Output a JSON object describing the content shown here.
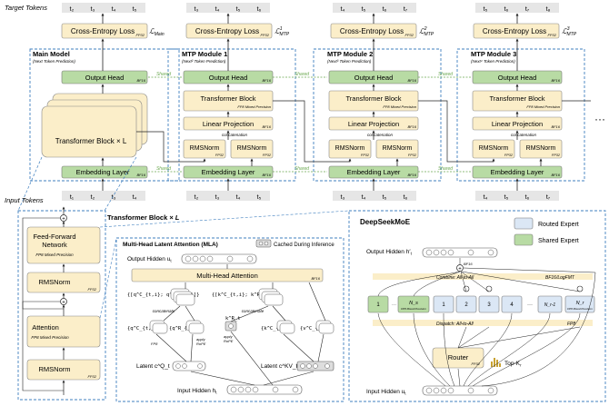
{
  "labels": {
    "target_tokens": "Target Tokens",
    "input_tokens": "Input Tokens",
    "shared": "Shared",
    "ellipsis": "···",
    "transformer_block_xl": "Transformer Block ×",
    "transformer_block_xl_L": "L"
  },
  "main_model": {
    "title": "Main Model",
    "subtitle": "(Next Token Prediction)",
    "loss": "Cross-Entropy Loss",
    "loss_prec": "FP32",
    "loss_symbol": "ℒ",
    "loss_sub": "Main",
    "output_head": "Output Head",
    "output_prec": "BF16",
    "block": "Transformer Block × L",
    "embedding": "Embedding Layer",
    "embedding_prec": "BF16",
    "targets": [
      "t₂",
      "t₃",
      "t₄",
      "t₅"
    ],
    "inputs": [
      "t₁",
      "t₂",
      "t₃",
      "t₄"
    ]
  },
  "mtp_modules": [
    {
      "title": "MTP Module 1",
      "subtitle": "(Next² Token Prediction)",
      "loss": "Cross-Entropy Loss",
      "loss_prec": "FP32",
      "loss_symbol": "ℒ",
      "loss_sup": "1",
      "loss_sub": "MTP",
      "output_head": "Output Head",
      "output_prec": "BF16",
      "block": "Transformer Block",
      "block_prec": "FP8 Mixed Precision",
      "proj": "Linear Projection",
      "proj_prec": "BF16",
      "concat": "concatenation",
      "norm": "RMSNorm",
      "norm_prec": "FP32",
      "embedding": "Embedding Layer",
      "embedding_prec": "BF16",
      "targets": [
        "t₃",
        "t₄",
        "t₅",
        "t₆"
      ],
      "inputs": [
        "t₂",
        "t₃",
        "t₄",
        "t₅"
      ]
    },
    {
      "title": "MTP Module 2",
      "subtitle": "(Next³ Token Prediction)",
      "loss": "Cross-Entropy Loss",
      "loss_prec": "FP32",
      "loss_symbol": "ℒ",
      "loss_sup": "2",
      "loss_sub": "MTP",
      "output_head": "Output Head",
      "output_prec": "BF16",
      "block": "Transformer Block",
      "block_prec": "FP8 Mixed Precision",
      "proj": "Linear Projection",
      "proj_prec": "BF16",
      "concat": "concatenation",
      "norm": "RMSNorm",
      "norm_prec": "FP32",
      "embedding": "Embedding Layer",
      "embedding_prec": "BF16",
      "targets": [
        "t₄",
        "t₅",
        "t₆",
        "t₇"
      ],
      "inputs": [
        "t₃",
        "t₄",
        "t₅",
        "t₆"
      ]
    },
    {
      "title": "MTP Module 3",
      "subtitle": "(Next⁴ Token Prediction)",
      "loss": "Cross-Entropy Loss",
      "loss_prec": "FP32",
      "loss_symbol": "ℒ",
      "loss_sup": "3",
      "loss_sub": "MTP",
      "output_head": "Output Head",
      "output_prec": "BF16",
      "block": "Transformer Block",
      "block_prec": "FP8 Mixed Precision",
      "proj": "Linear Projection",
      "proj_prec": "BF16",
      "concat": "concatenation",
      "norm": "RMSNorm",
      "norm_prec": "FP32",
      "embedding": "Embedding Layer",
      "embedding_prec": "BF16",
      "targets": [
        "t₅",
        "t₆",
        "t₇",
        "t₈"
      ],
      "inputs": [
        "t₄",
        "t₅",
        "t₆",
        "t₇"
      ]
    }
  ],
  "block_detail": {
    "ffn": "Feed-Forward",
    "ffn2": "Network",
    "ffn_prec": "FP8 Mixed Precision",
    "norm": "RMSNorm",
    "norm_prec": "FP32",
    "attn": "Attention",
    "attn_prec": "FP8 Mixed Precision"
  },
  "mla": {
    "title": "Multi-Head Latent Attention (MLA)",
    "cached": "Cached During Inference",
    "output_hidden": "Output Hidden u",
    "output_hidden_sub": "t",
    "mha": "Multi-Head Attention",
    "mha_prec": "BF16",
    "q_concat": "[[q",
    "q_concat_full": "{[q^C_{t,i}; q^R_{t,i}]}",
    "k_concat_full": "{[k^C_{t,i}; k^R_t]}",
    "concatenate": "concatenate",
    "qc": "{q^C_{t,i}}",
    "qr": "{q^R_{t,i}}",
    "kr": "k^R_t",
    "kc": "{k^C_{t,i}}",
    "vc": "{v^C_{t,i}}",
    "fp8": "FP8",
    "apply_rope": "apply",
    "rope": "RoPE",
    "latent_q": "Latent c^Q_t",
    "latent_kv": "Latent c^KV_t",
    "input_hidden": "Input Hidden h",
    "input_hidden_sub": "t"
  },
  "moe": {
    "title": "DeepSeekMoE",
    "routed": "Routed Expert",
    "shared": "Shared Expert",
    "output_hidden": "Output Hidden h′",
    "output_hidden_sub": "t",
    "bf16": "BF16",
    "combine": "Combine: All-to-All",
    "combine_prec": "BF16/LogFMT",
    "dispatch": "Dispatch: All-to-All",
    "dispatch_prec": "FP8",
    "shared_experts": [
      "1",
      "N_s"
    ],
    "fp8_mixed": "FP8 Mixed Precision",
    "routed_experts": [
      "1",
      "2",
      "3",
      "4",
      "···",
      "N_r-1",
      "N_r"
    ],
    "router": "Router",
    "router_prec": "FP32",
    "topk": "Top-K",
    "topk_sub": "r",
    "input_hidden": "Input Hidden u",
    "input_hidden_sub": "t"
  },
  "colors": {
    "yellow_box": "#fbeec9",
    "green_box": "#b8dba4",
    "blue_box": "#dbe7f5",
    "dashed_blue": "#3f7fbf",
    "token_gray": "#e6e6e6",
    "shared_label": "#6aa84f"
  }
}
